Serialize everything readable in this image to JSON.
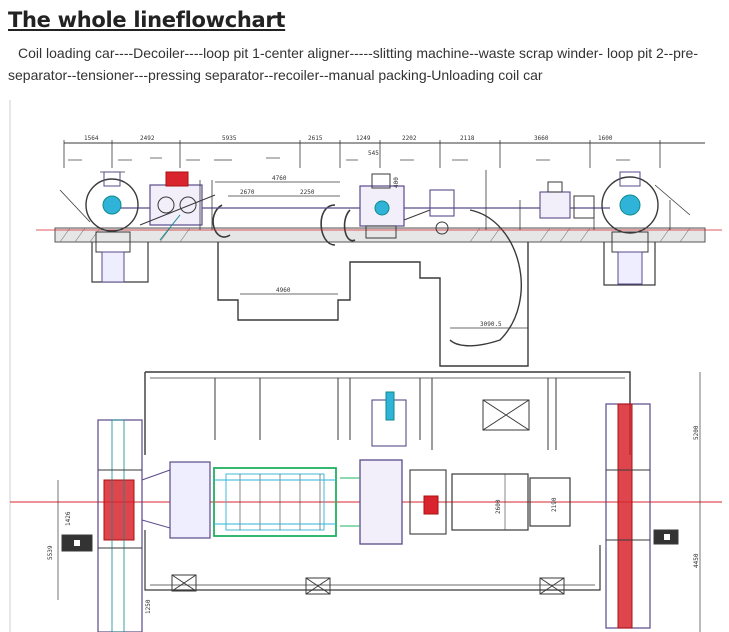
{
  "title": "The whole lineflowchart",
  "description": "Coil loading car----Decoiler----loop pit 1-center aligner-----slitting machine--waste scrap winder- loop pit 2--pre-separator--tensioner---pressing separator--recoiler--manual packing-Unloading coil car",
  "elevation_dimensions": {
    "d1564": "1564",
    "d2492": "2492",
    "d5935": "5935",
    "d2615": "2615",
    "d1249": "1249",
    "d2202": "2202",
    "d2118": "2118",
    "d3660": "3660",
    "d1600": "1600",
    "d545": "545",
    "d4760": "4760",
    "d2670": "2670",
    "d2250": "2250",
    "d4960": "4960",
    "d400": "400",
    "d3090": "3090.5"
  },
  "plan_dimensions": {
    "d5200": "5200",
    "d4450": "4450",
    "d5539": "5539",
    "d1426": "1426",
    "d2600": "2600",
    "d2190": "2190",
    "d1250": "1250"
  },
  "colors": {
    "line": "#3a3a3a",
    "structure": "#5a4a8a",
    "rail": "#d9242e",
    "guide": "#20b060",
    "accent": "#2fb3d8",
    "teal": "#0f8a8a",
    "floor": "#c8c8c8"
  }
}
